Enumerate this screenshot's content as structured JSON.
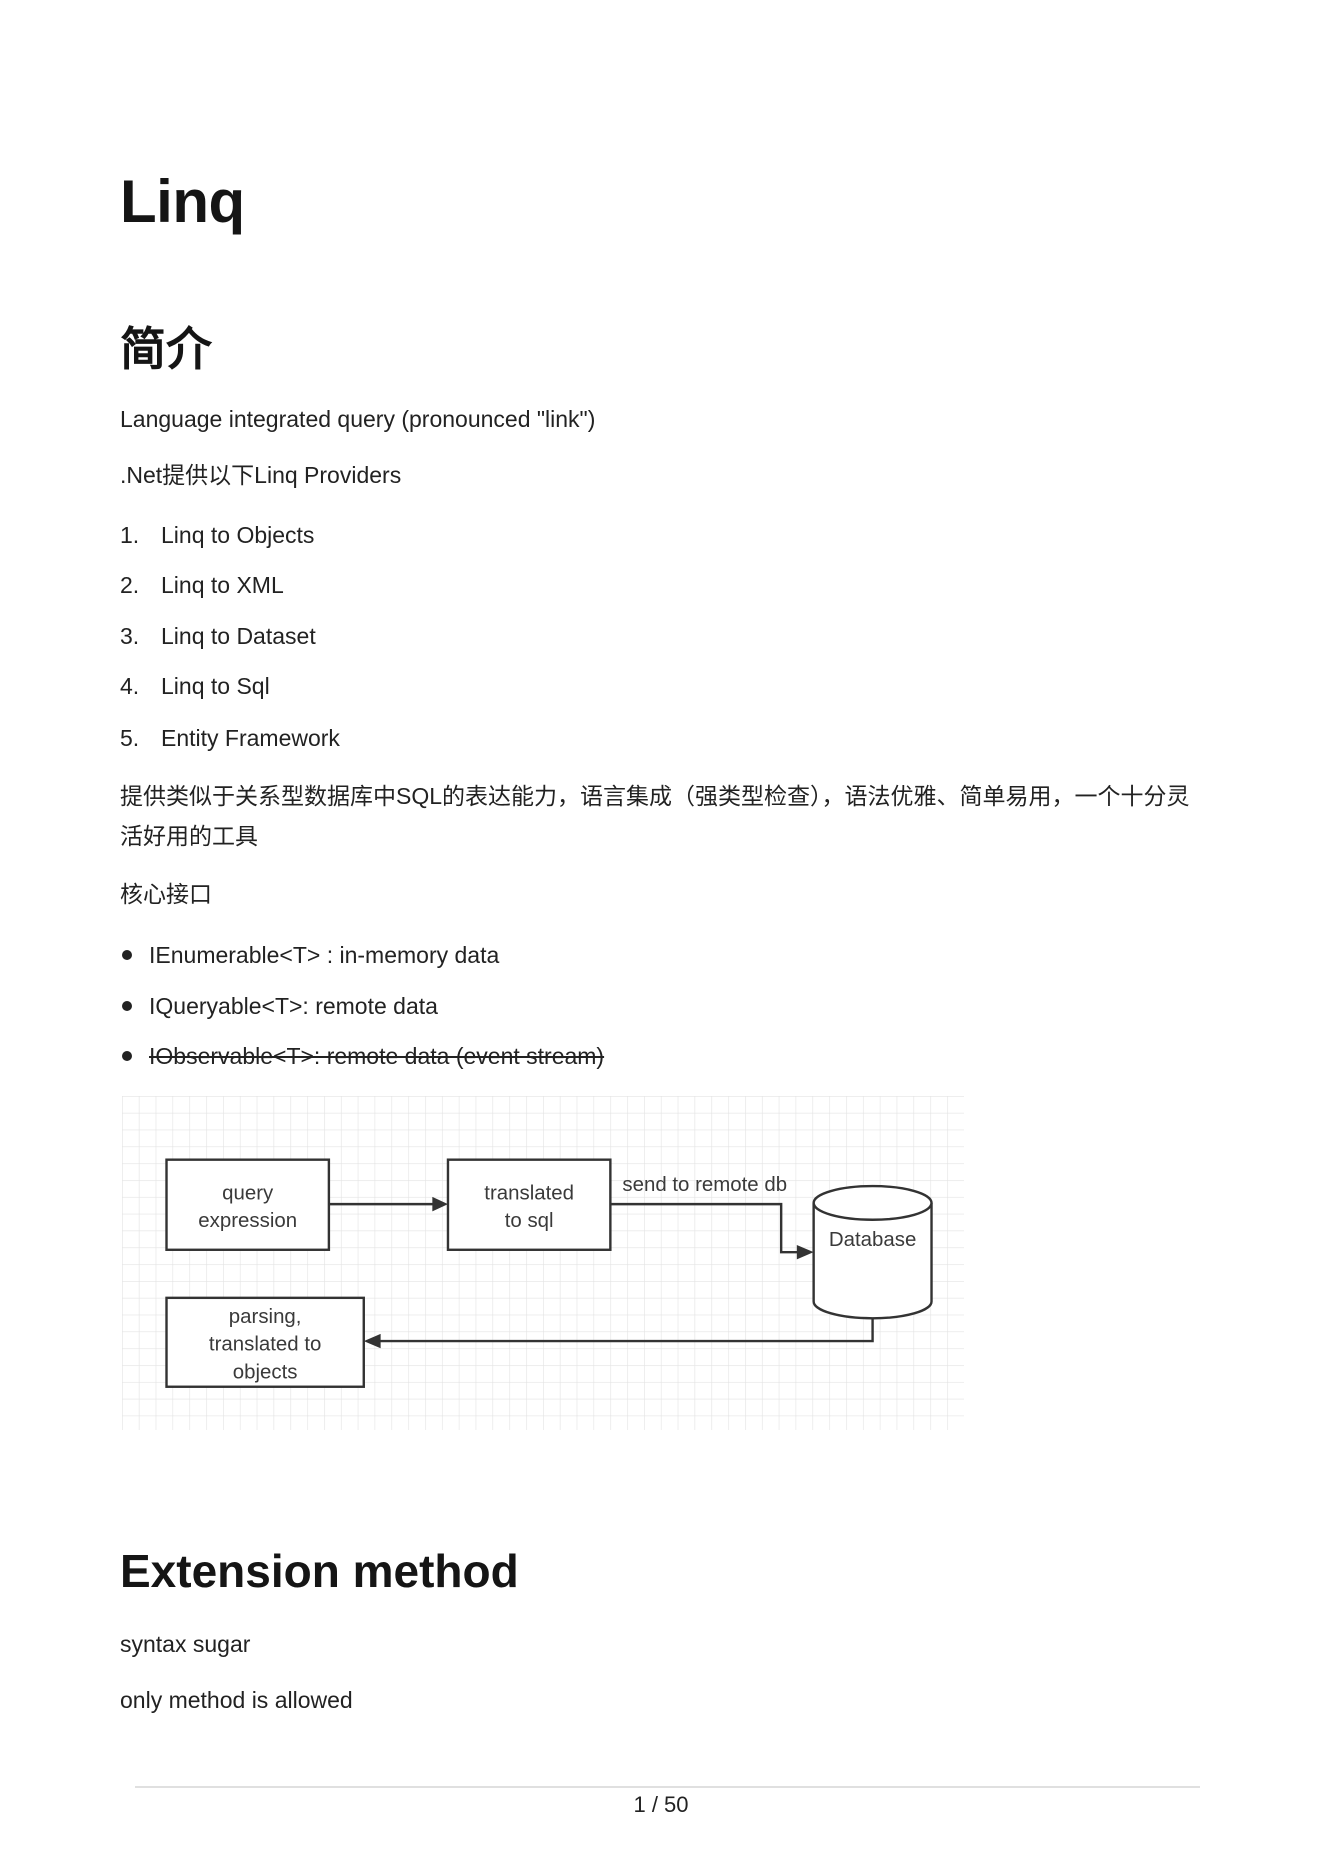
{
  "document": {
    "title": "Linq",
    "intro": {
      "heading": "简介",
      "definition": "Language integrated query (pronounced \"link\")",
      "providers_intro": ".Net提供以下Linq Providers",
      "providers": [
        {
          "num": "1.",
          "text": "Linq to Objects"
        },
        {
          "num": "2.",
          "text": "Linq to XML"
        },
        {
          "num": "3.",
          "text": "Linq to Dataset"
        },
        {
          "num": "4.",
          "text": "Linq to Sql"
        },
        {
          "num": "5.",
          "text": "Entity Framework"
        }
      ],
      "summary": "提供类似于关系型数据库中SQL的表达能力，语言集成（强类型检查），语法优雅、简单易用，一个十分灵活好用的工具",
      "core_heading": "核心接口",
      "interfaces": [
        {
          "text": "IEnumerable<T> : in-memory data",
          "struck": false
        },
        {
          "text": "IQueryable<T>: remote data",
          "struck": false
        },
        {
          "text": "IObservable<T>: remote data (event stream)",
          "struck": true
        }
      ]
    },
    "diagram": {
      "query_box": {
        "line1": "query",
        "line2": "expression"
      },
      "translate_box": {
        "line1": "translated",
        "line2": "to sql"
      },
      "send_label": "send to remote db",
      "database_label": "Database",
      "parse_box": {
        "line1": "parsing,",
        "line2": "translated to",
        "line3": "objects"
      }
    },
    "extension": {
      "heading": "Extension method",
      "lines": [
        "syntax sugar",
        "only method is allowed"
      ]
    }
  },
  "footer": {
    "page_indicator": "1 / 50"
  }
}
